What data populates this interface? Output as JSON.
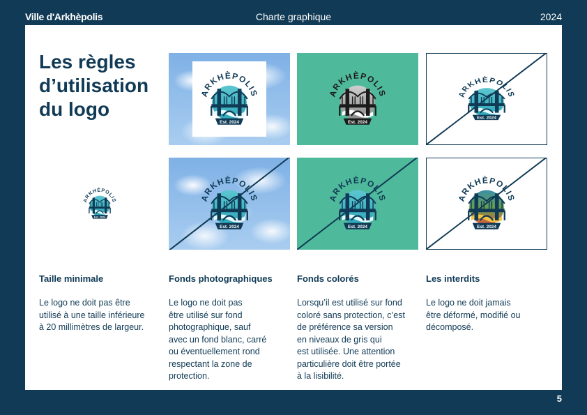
{
  "header": {
    "brand": "Ville d'Arkhèpolis",
    "title": "Charte graphique",
    "year": "2024"
  },
  "page_number": "5",
  "heading": "Les règles d’utilisation du logo",
  "logo": {
    "name": "ARKHÈPOLIS",
    "tagline": "Est. 2024",
    "colors": {
      "navy": "#103a55",
      "teal": "#2fa8b8",
      "green_background": "#4fb99b",
      "sky": "#8fbfea"
    }
  },
  "columns": [
    {
      "title": "Taille minimale",
      "lines": [
        "Le logo ne doit pas être",
        "utilisé à une taille inférieure",
        "à 20 millimètres de largeur."
      ]
    },
    {
      "title": "Fonds photographiques",
      "lines": [
        "Le logo ne doit pas",
        "être utilisé sur fond",
        "photographique, sauf",
        "avec un fond blanc, carré",
        "ou éventuellement rond",
        "respectant la zone de",
        "protection."
      ]
    },
    {
      "title": "Fonds colorés",
      "lines": [
        "Lorsqu’il est utilisé sur fond",
        "coloré sans protection, c’est",
        "de préférence sa version",
        "en niveaux de gris qui",
        "est utilisée. Une attention",
        "particulière doit être portée",
        "à la lisibilité."
      ]
    },
    {
      "title": "Les interdits",
      "lines": [
        "Le logo ne doit jamais",
        "être déformé, modifié ou",
        "décomposé."
      ]
    }
  ]
}
